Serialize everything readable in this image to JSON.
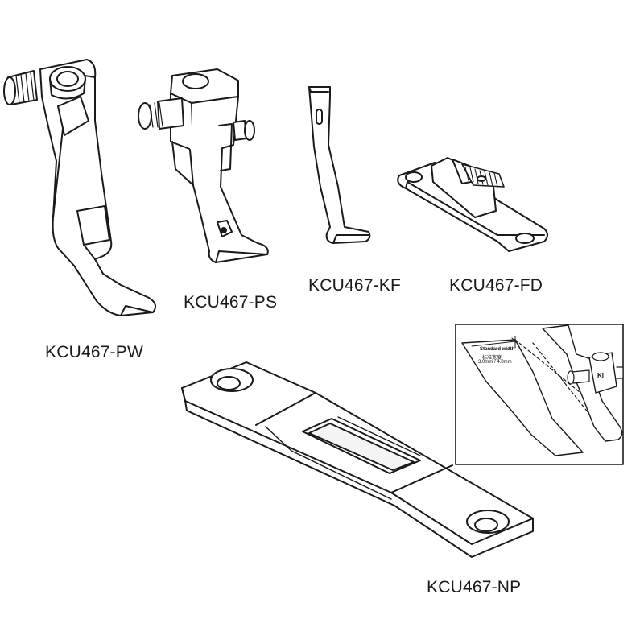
{
  "parts": [
    {
      "id": "pw",
      "code": "KCU467-PW"
    },
    {
      "id": "ps",
      "code": "KCU467-PS"
    },
    {
      "id": "kf",
      "code": "KCU467-KF"
    },
    {
      "id": "fd",
      "code": "KCU467-FD"
    },
    {
      "id": "np",
      "code": "KCU467-NP"
    }
  ],
  "inset": {
    "title": "Standard width",
    "title_cn": "标准宽度",
    "sizes": "3.0mm / 4.8mm",
    "logo_text": "KI"
  },
  "colors": {
    "line": "#1a1a1a",
    "background": "#ffffff"
  }
}
